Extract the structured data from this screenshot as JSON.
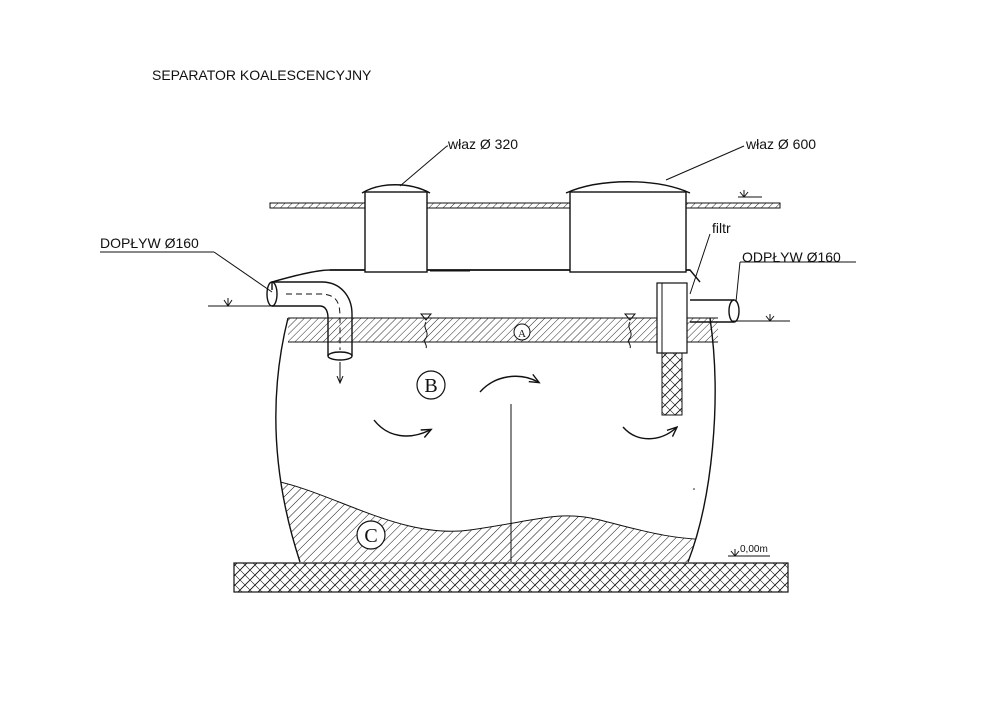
{
  "title": "SEPARATOR KOALESCENCYJNY",
  "labels": {
    "manhole_small": "właz Ø 320",
    "manhole_large": "właz Ø 600",
    "filter": "filtr",
    "inlet": "DOPŁYW Ø160",
    "outlet": "ODPŁYW Ø160",
    "level": "0,00m"
  },
  "zones": {
    "a": "A",
    "b": "B",
    "c": "C"
  },
  "colors": {
    "ink": "#111111",
    "paper": "#ffffff"
  }
}
